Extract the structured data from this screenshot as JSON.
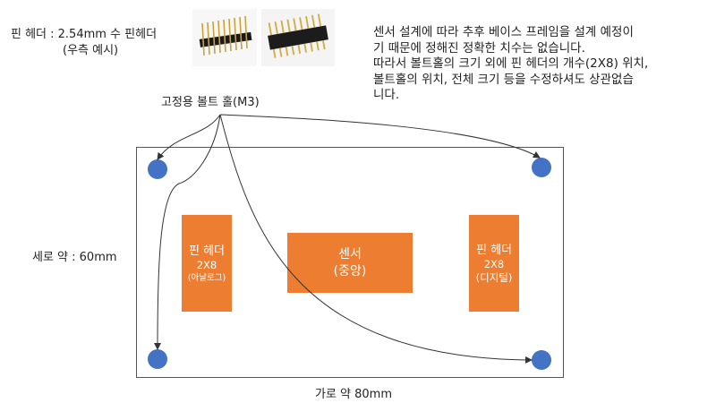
{
  "pin_header_label": "핀 헤더 : 2.54mm 수 핀헤더",
  "pin_header_example": "(우측 예시)",
  "design_note": [
    "센서 설계에 따라 추후 베이스 프레임을 설계 예정이",
    "기 때문에 정해진 정확한 치수는 없습니다.",
    "따라서 볼트홀의 크기 외에 핀 헤더의 개수(2X8) 위치,",
    "볼트홀의 위치, 전체 크기 등을 수정하셔도 상관없습",
    "니다."
  ],
  "bolt_hole_label": "고정용 볼트 홀(M3)",
  "height_label": "세로 약 : 60mm",
  "width_label": "가로 약 80mm",
  "left_header": {
    "title": "핀 헤더",
    "count": "2X8",
    "type": "(아날로그)"
  },
  "sensor": {
    "title": "센서",
    "position": "(중앙)"
  },
  "right_header": {
    "title": "핀 헤더",
    "count": "2X8",
    "type": "(디지털)"
  },
  "colors": {
    "accent_orange": "#ED7D31",
    "hole_blue": "#4472C4",
    "outline": "#555555"
  }
}
